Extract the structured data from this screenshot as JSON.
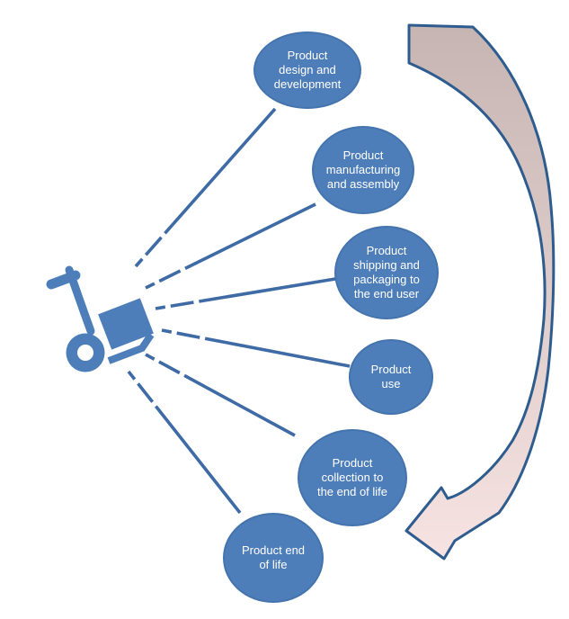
{
  "diagram_title": "Product lifecycle stages diagram",
  "colors": {
    "background": "#ffffff",
    "node_fill": "#4d7eba",
    "node_border": "#4474ad",
    "node_text": "#ffffff",
    "connector": "#3e6ba6",
    "hub_icon": "#4d7eba",
    "arrow_border": "#2f5c8e",
    "arrow_gradient_top": "#c6b5b2",
    "arrow_gradient_bottom": "#f6e3e2"
  },
  "nodes": [
    {
      "id": "design",
      "label": "Product\ndesign and\ndevelopment"
    },
    {
      "id": "manufacturing",
      "label": "Product\nmanufacturing\nand assembly"
    },
    {
      "id": "shipping",
      "label": "Product\nshipping and\npackaging to\nthe end user"
    },
    {
      "id": "use",
      "label": "Product\nuse"
    },
    {
      "id": "collection",
      "label": "Product\ncollection to\nthe end of life"
    },
    {
      "id": "end-of-life",
      "label": "Product end\nof life"
    }
  ],
  "hub": {
    "icon": "hand-truck-with-box-icon"
  },
  "return_arrow": {
    "icon": "curved-return-arrow"
  }
}
